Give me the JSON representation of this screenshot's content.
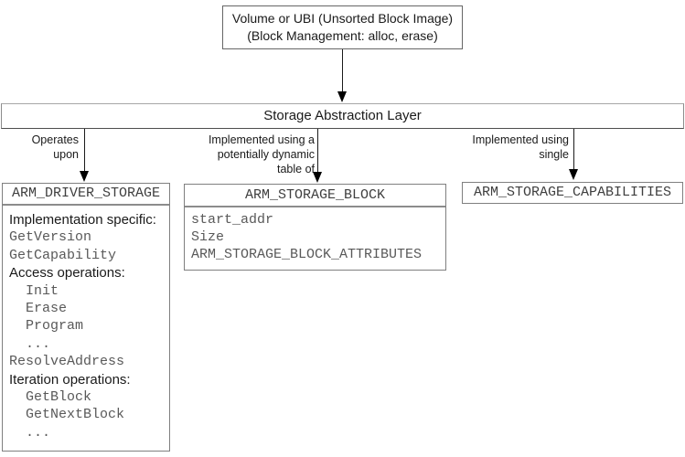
{
  "diagram": {
    "top_box": {
      "lines": [
        "Volume or UBI (Unsorted Block Image)",
        "(Block Management: alloc, erase)"
      ]
    },
    "sal_box": {
      "title": "Storage Abstraction Layer"
    },
    "connectors": [
      {
        "label_lines": [
          "Operates",
          "upon"
        ]
      },
      {
        "label_lines": [
          "Implemented using a",
          "potentially dynamic",
          "table of"
        ]
      },
      {
        "label_lines": [
          "Implemented using",
          "single"
        ]
      }
    ],
    "driver_box": {
      "title": "ARM_DRIVER_STORAGE",
      "rows": [
        {
          "text": "Implementation specific:",
          "font": "sans"
        },
        {
          "text": "GetVersion",
          "font": "mono"
        },
        {
          "text": "GetCapability",
          "font": "mono"
        },
        {
          "text": "Access operations:",
          "font": "sans"
        },
        {
          "text": "Init",
          "font": "mono",
          "indent": true
        },
        {
          "text": "Erase",
          "font": "mono",
          "indent": true
        },
        {
          "text": "Program",
          "font": "mono",
          "indent": true
        },
        {
          "text": "...",
          "font": "mono",
          "indent": true
        },
        {
          "text": "ResolveAddress",
          "font": "mono"
        },
        {
          "text": "Iteration operations:",
          "font": "sans"
        },
        {
          "text": "GetBlock",
          "font": "mono",
          "indent": true
        },
        {
          "text": "GetNextBlock",
          "font": "mono",
          "indent": true
        },
        {
          "text": "...",
          "font": "mono",
          "indent": true
        }
      ]
    },
    "block_box": {
      "title": "ARM_STORAGE_BLOCK",
      "rows": [
        "start_addr",
        "Size",
        "ARM_STORAGE_BLOCK_ATTRIBUTES"
      ]
    },
    "caps_box": {
      "title": "ARM_STORAGE_CAPABILITIES"
    },
    "colors": {
      "box_border": "#7f7f7f",
      "arrow": "#000000",
      "mono_header_text": "#3f3f3f",
      "mono_body_text": "#595959",
      "sans_text": "#1a1a1a"
    }
  }
}
